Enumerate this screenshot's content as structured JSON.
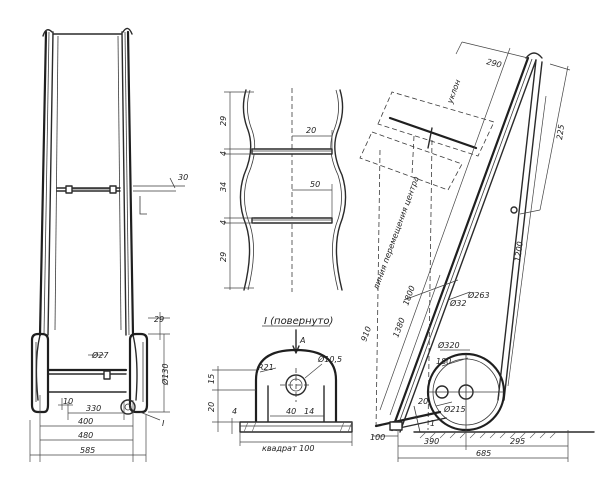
{
  "labels": {
    "top_290": "290",
    "angle_225": "225",
    "d1200": "1200",
    "d30_top": "30",
    "sec_29_top": "29",
    "sec_4_top": "4",
    "sec_34": "34",
    "sec_4_bot": "4",
    "sec_29_bot": "29",
    "d20_sec": "20",
    "d50_sec": "50",
    "d29_left": "29",
    "phi27": "Ø27",
    "phi130_left": "Ø130",
    "d10_left": "10",
    "d330": "330",
    "d400": "400",
    "d480": "480",
    "d585": "585",
    "mark_I_left": "I",
    "view_title": "I (повернуто)",
    "arrow_A": "A",
    "phi10_5": "Ø10,5",
    "r21": "R21",
    "d15": "15",
    "d20_view": "20",
    "d4_view": "4",
    "d40": "40",
    "d14": "14",
    "kvadrat": "квадрат 100",
    "sidelabel_top": "уклон",
    "sidelabel_mid": "линия перемещения центра",
    "d1800": "1800",
    "d1380": "1380",
    "d910": "910",
    "phi263": "Ø263",
    "phi32": "Ø32",
    "phi320": "Ø320",
    "d180": "180",
    "phi215": "Ø215",
    "d20_side": "20",
    "d1_side": "1",
    "d100_side": "100",
    "d390": "390",
    "d295": "295",
    "d685": "685"
  }
}
